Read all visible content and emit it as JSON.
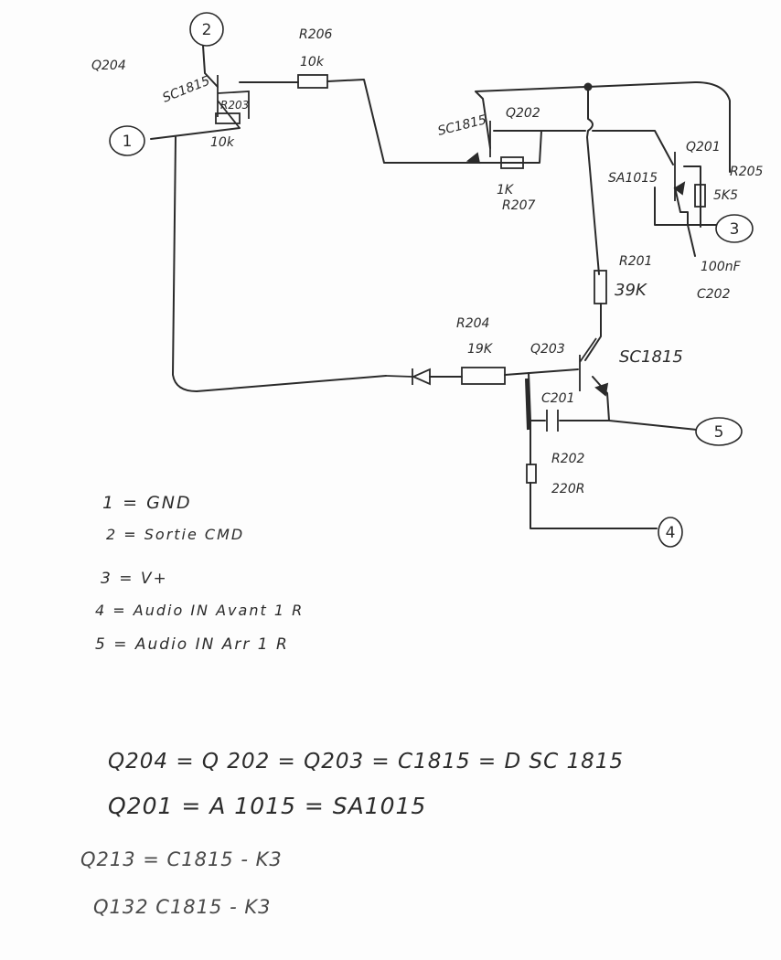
{
  "diagram": {
    "components": {
      "q204": {
        "ref": "Q204",
        "type": "SC1815"
      },
      "r203": {
        "ref": "R203",
        "value": "10k"
      },
      "r206": {
        "ref": "R206",
        "value": "10k"
      },
      "q202": {
        "ref": "Q202",
        "type": "SC1815"
      },
      "r207": {
        "ref": "R207",
        "value": "1K"
      },
      "q201": {
        "ref": "Q201",
        "type": "SA1015"
      },
      "r205": {
        "ref": "R205",
        "value": "5K5"
      },
      "c202": {
        "ref": "C202",
        "value": "100nF"
      },
      "r201": {
        "ref": "R201",
        "value": "39K"
      },
      "r204": {
        "ref": "R204",
        "value": "19K"
      },
      "q203": {
        "ref": "Q203",
        "type": "SC1815"
      },
      "c201": {
        "ref": "C201"
      },
      "r202": {
        "ref": "R202",
        "value": "220R"
      }
    },
    "pins": [
      "1",
      "2",
      "3",
      "4",
      "5"
    ],
    "legend": [
      "1 = GND",
      "2 = Sortie CMD",
      "3 = V+",
      "4 = Audio IN Avant 1 R",
      "5 = Audio IN Arr 1 R"
    ],
    "equivalences": [
      "Q204 = Q 202 = Q203 = C1815 = D SC 1815",
      "Q201 = A 1015 = SA1015",
      "Q213 = C1815 - K3",
      "Q132 C1815 - K3"
    ]
  }
}
